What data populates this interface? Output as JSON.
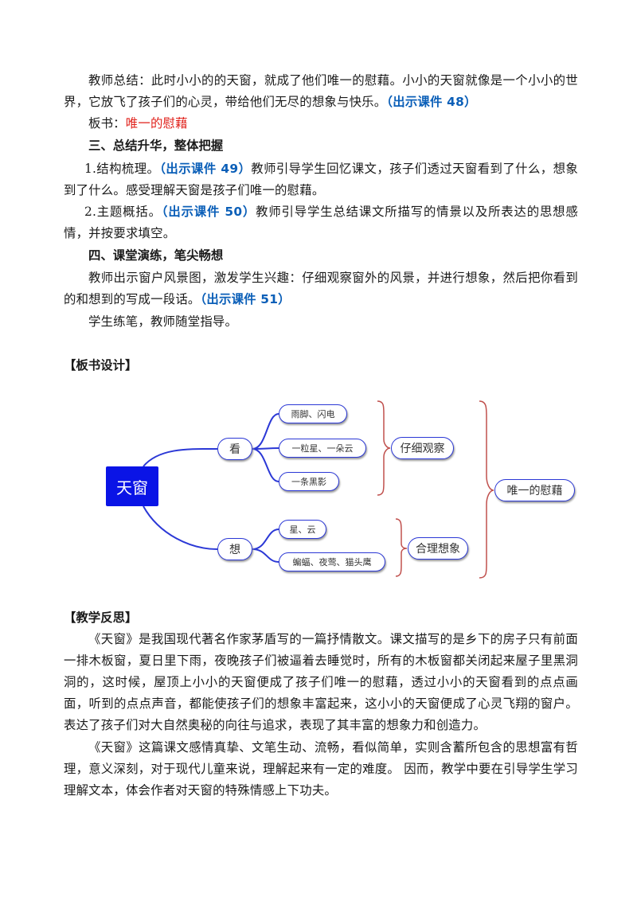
{
  "para1": {
    "text": "教师总结：此时小小的的天窗，就成了他们唯一的慰藉。小小的天窗就像是一个小小的世界，它放飞了孩子们的心灵，带给他们无尽的想象与快乐。",
    "ref": "（出示课件 48）"
  },
  "board_note": {
    "label": "板书：",
    "value": "唯一的慰藉"
  },
  "section3": "三、总结升华，整体把握",
  "item1": {
    "lead": "1.结构梳理。",
    "ref": "（出示课件 49）",
    "text": "教师引导学生回忆课文，孩子们透过天窗看到了什么，想象到了什么。感受理解天窗是孩子们唯一的慰藉。"
  },
  "item2": {
    "lead": "2.主题概括。",
    "ref": "（出示课件 50）",
    "text": "教师引导学生总结课文所描写的情景以及所表达的思想感情，并按要求填空。"
  },
  "section4": "四、课堂演练，笔尖畅想",
  "para_practice": {
    "text": "教师出示窗户风景图，激发学生兴趣：仔细观察窗外的风景，并进行想象，然后把你看到的和想到的写成一段话。",
    "ref": "（出示课件 51）"
  },
  "para_guide": "学生练笔，教师随堂指导。",
  "board_design_title": "【板书设计】",
  "mindmap": {
    "root": "天窗",
    "see": "看",
    "think": "想",
    "see_items": [
      "雨脚、闪电",
      "一粒星、一朵云",
      "一条黑影"
    ],
    "think_items": [
      "星、云",
      "蝙蝠、夜莺、猫头鹰"
    ],
    "see_summary": "仔细观察",
    "think_summary": "合理想象",
    "final": "唯一的慰藉",
    "colors": {
      "root_fill": "#0a14e6",
      "branch": "#2b38d6",
      "brace": "#c0504d"
    }
  },
  "reflection_title": "【教学反思】",
  "reflection1": "《天窗》是我国现代著名作家茅盾写的一篇抒情散文。课文描写的是乡下的房子只有前面一排木板窗，夏日里下雨，夜晚孩子们被逼着去睡觉时，所有的木板窗都关闭起来屋子里黑洞洞的，这时候，屋顶上小小的天窗便成了孩子们唯一的慰藉，透过小小的天窗看到的点点画面，听到的点点声音，都能使孩子们的想象丰富起来，这小小的天窗便成了心灵飞翔的窗户。表达了孩子们对大自然奥秘的向往与追求，表现了其丰富的想象力和创造力。",
  "reflection2": "《天窗》这篇课文感情真挚、文笔生动、流畅，看似简单，实则含蓄所包含的思想富有哲理，意义深刻，对于现代儿童来说，理解起来有一定的难度。 因而，教学中要在引导学生学习理解文本，体会作者对天窗的特殊情感上下功夫。"
}
